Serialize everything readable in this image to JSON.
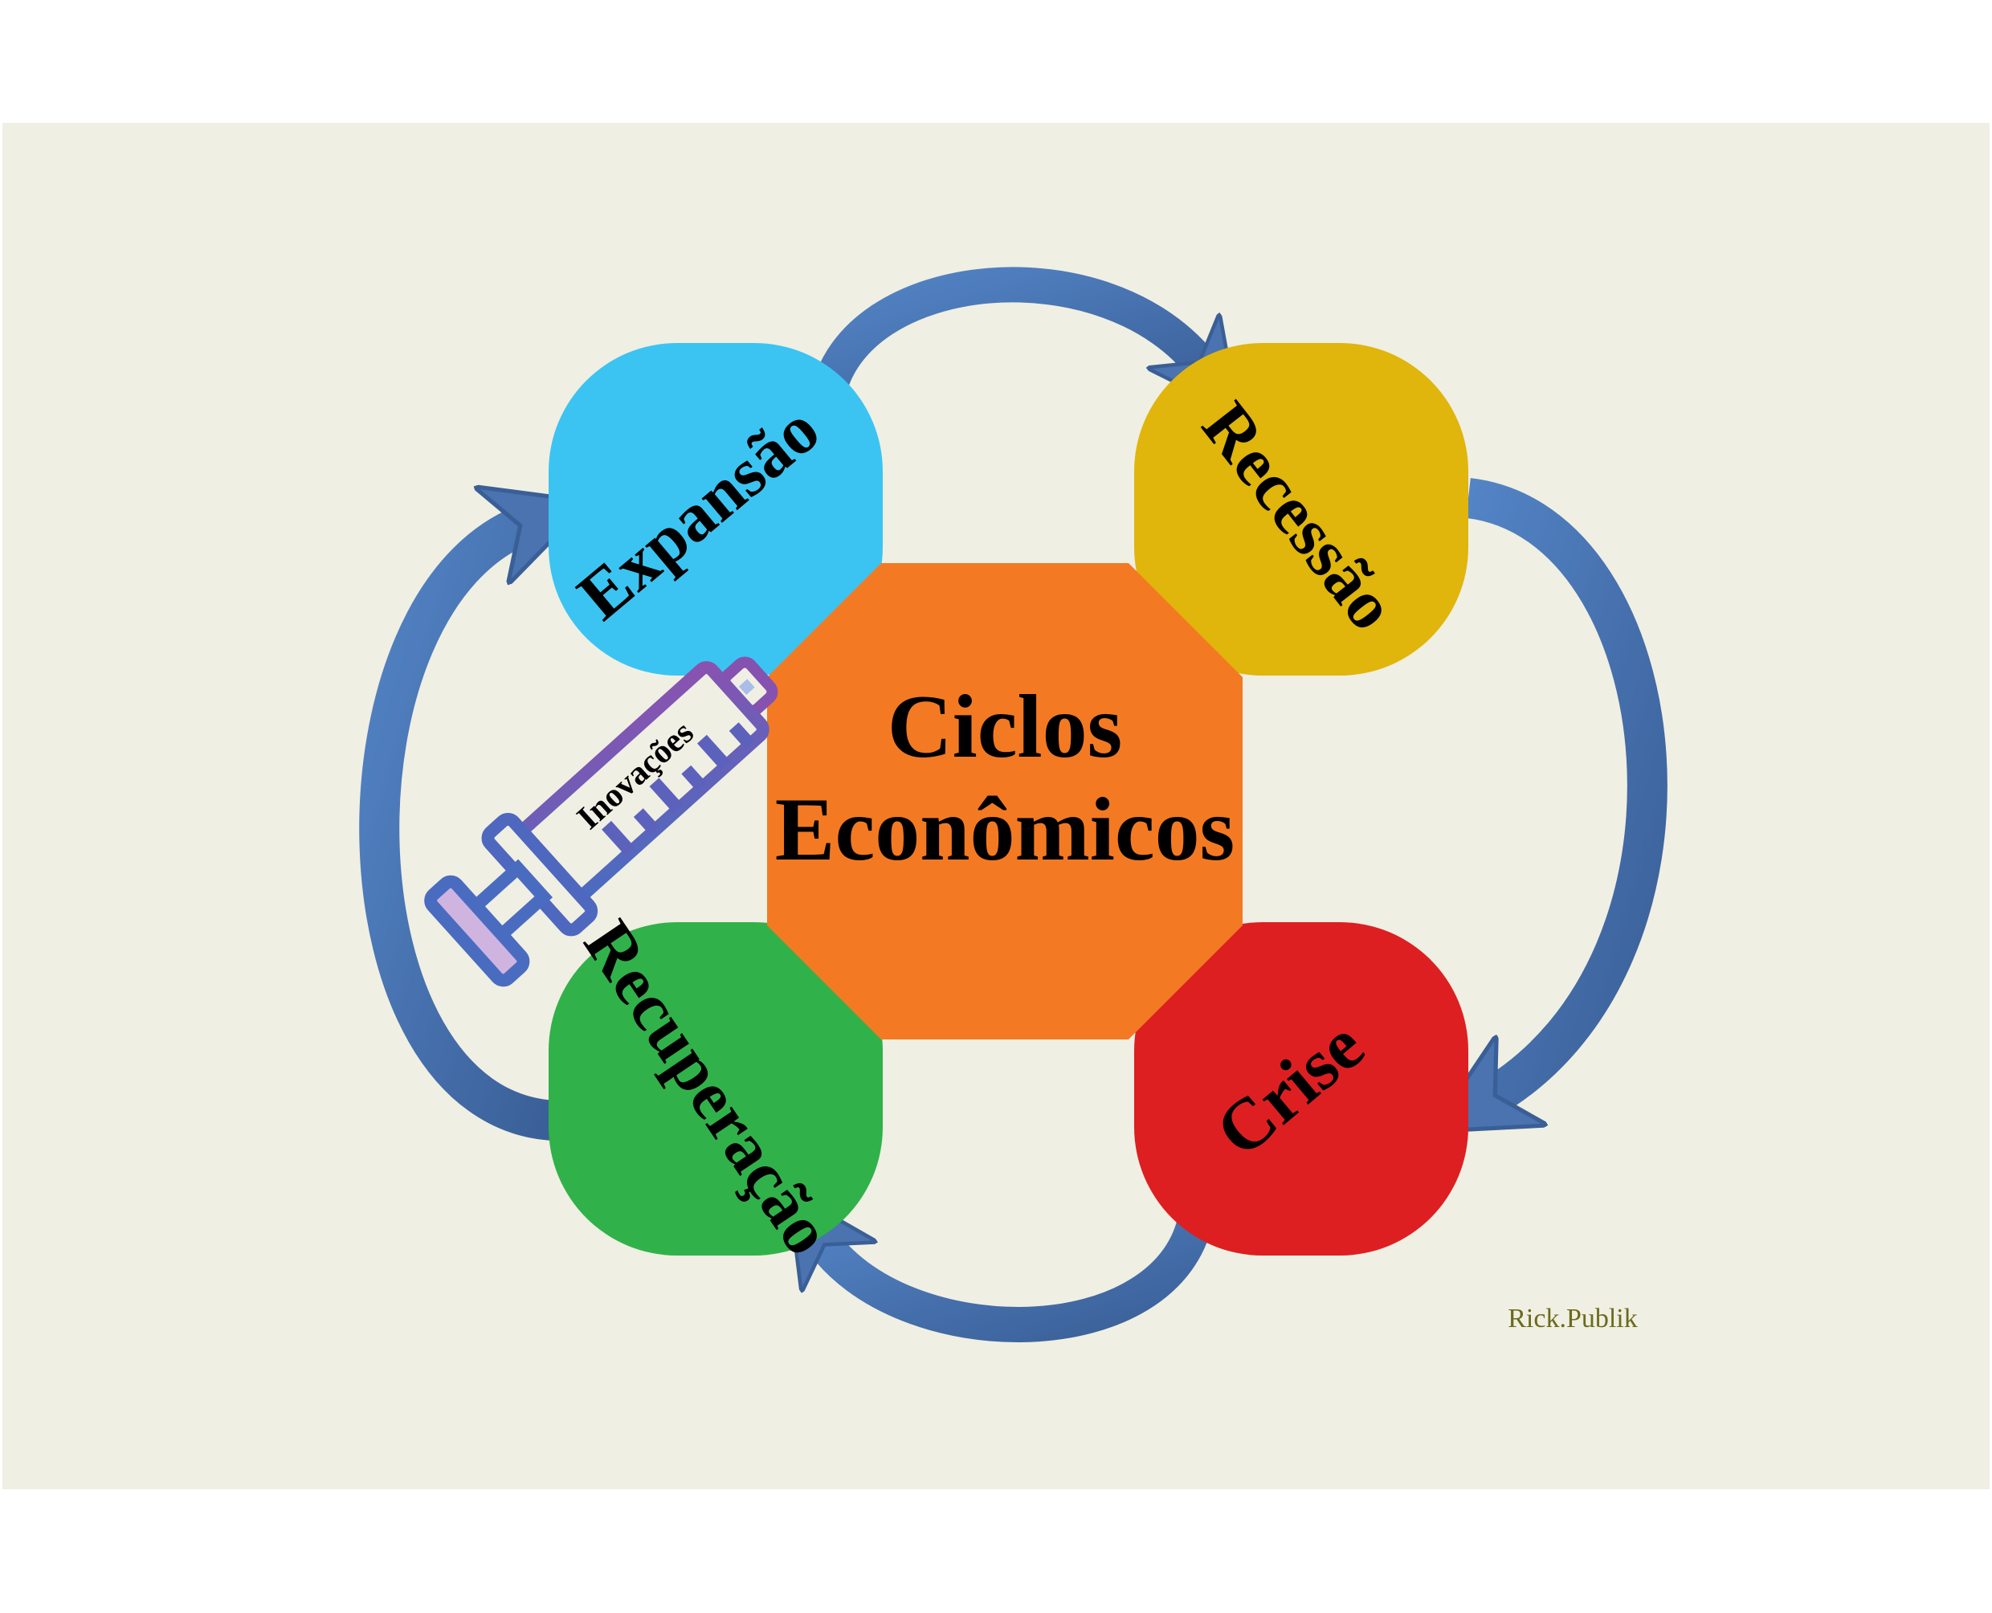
{
  "center": {
    "line1": "Ciclos",
    "line2": "Econômicos"
  },
  "phases": {
    "expansion": "Expansão",
    "recession": "Recessão",
    "crisis": "Crise",
    "recovery": "Recuperação"
  },
  "innovation_label": "Inovações",
  "signature": "Rick.Publik",
  "colors": {
    "background": "#f0efe3",
    "center": "#f37a22",
    "expansion": "#3bc4f2",
    "recession": "#e0b50c",
    "crisis": "#dd1f21",
    "recovery": "#31b14a",
    "arrow": "#4a73b0",
    "syringe": "#7b58b2"
  }
}
